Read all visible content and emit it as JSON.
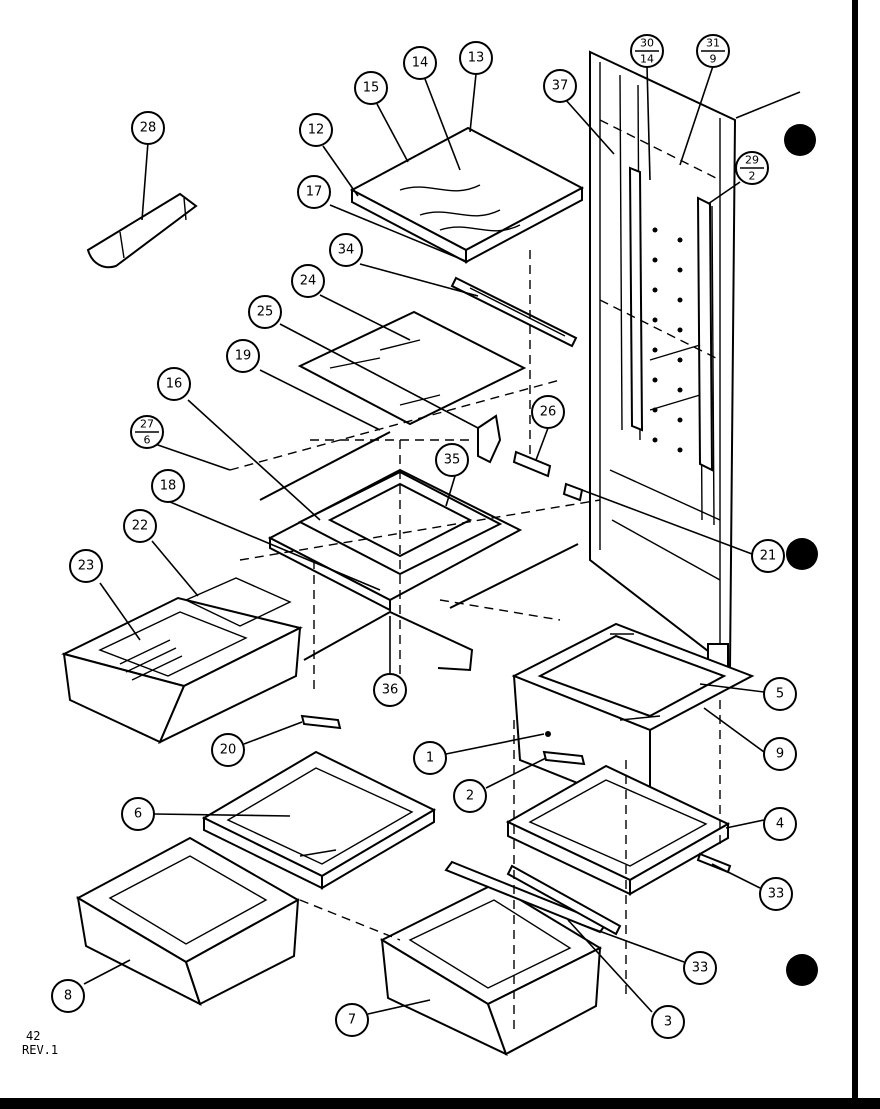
{
  "diagram": {
    "callouts": [
      {
        "id": "28",
        "label": "28"
      },
      {
        "id": "15",
        "label": "15"
      },
      {
        "id": "14",
        "label": "14"
      },
      {
        "id": "13",
        "label": "13"
      },
      {
        "id": "12",
        "label": "12"
      },
      {
        "id": "17",
        "label": "17"
      },
      {
        "id": "34",
        "label": "34"
      },
      {
        "id": "24",
        "label": "24"
      },
      {
        "id": "25",
        "label": "25"
      },
      {
        "id": "19",
        "label": "19"
      },
      {
        "id": "16",
        "label": "16"
      },
      {
        "id": "18",
        "label": "18"
      },
      {
        "id": "22",
        "label": "22"
      },
      {
        "id": "23",
        "label": "23"
      },
      {
        "id": "35",
        "label": "35"
      },
      {
        "id": "26",
        "label": "26"
      },
      {
        "id": "21",
        "label": "21"
      },
      {
        "id": "36",
        "label": "36"
      },
      {
        "id": "20",
        "label": "20"
      },
      {
        "id": "37",
        "label": "37"
      },
      {
        "id": "5",
        "label": "5"
      },
      {
        "id": "9",
        "label": "9"
      },
      {
        "id": "1",
        "label": "1"
      },
      {
        "id": "2",
        "label": "2"
      },
      {
        "id": "4",
        "label": "4"
      },
      {
        "id": "6",
        "label": "6"
      },
      {
        "id": "33a",
        "label": "33"
      },
      {
        "id": "33b",
        "label": "33"
      },
      {
        "id": "8",
        "label": "8"
      },
      {
        "id": "7",
        "label": "7"
      },
      {
        "id": "3",
        "label": "3"
      }
    ],
    "fraction_callouts": [
      {
        "id": "30-14",
        "top": "30",
        "bottom": "14"
      },
      {
        "id": "31-9",
        "top": "31",
        "bottom": "9"
      },
      {
        "id": "29-2",
        "top": "29",
        "bottom": "2"
      },
      {
        "id": "27-6",
        "top": "27",
        "bottom": "6"
      }
    ],
    "footer": {
      "page_number": "42",
      "revision": "REV.1"
    }
  }
}
